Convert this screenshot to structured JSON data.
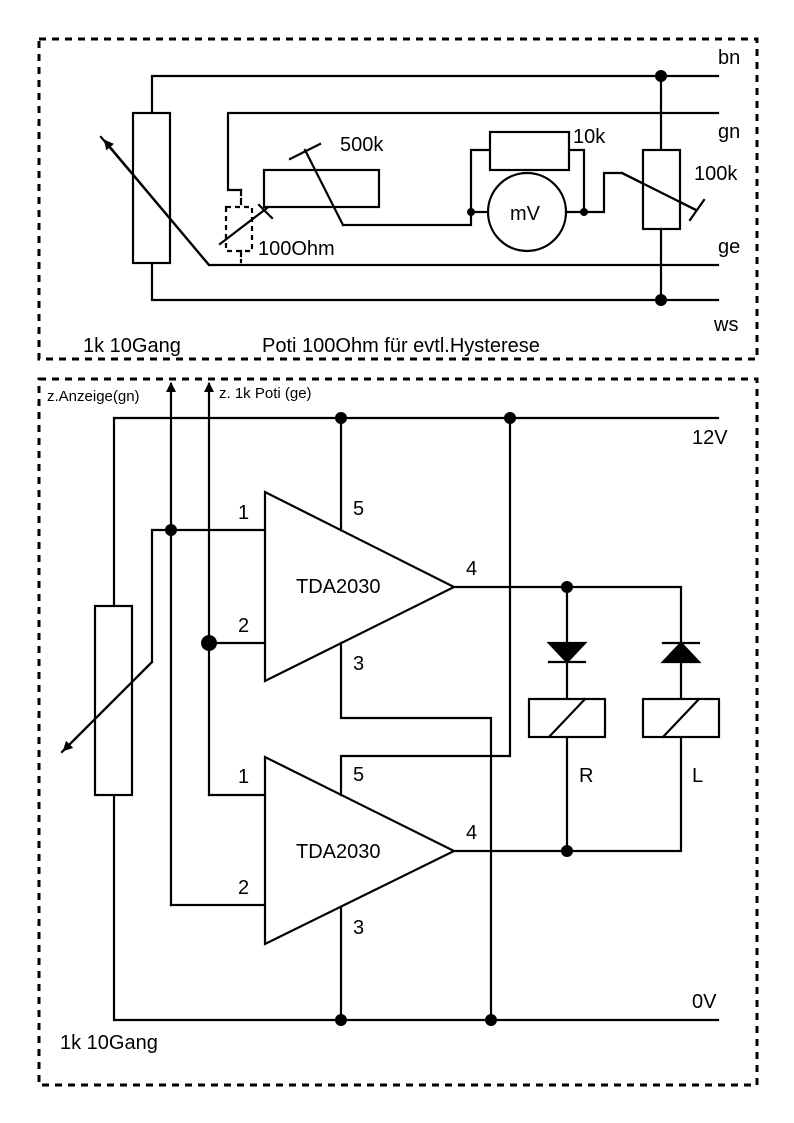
{
  "top_panel": {
    "wire_labels": {
      "bn": "bn",
      "gn": "gn",
      "ge": "ge",
      "ws": "ws"
    },
    "resistor_500k": "500k",
    "resistor_10k": "10k",
    "resistor_100k": "100k",
    "meter": "mV",
    "hysteresis_pot": "100Ohm",
    "main_pot": "1k 10Gang",
    "caption": "Poti 100Ohm für evtl.Hysterese"
  },
  "bottom_panel": {
    "input_display": "z.Anzeige(gn)",
    "input_pot": "z. 1k Poti (ge)",
    "supply_12v": "12V",
    "supply_0v": "0V",
    "pot_label": "1k 10Gang",
    "amp1": {
      "name": "TDA2030",
      "pin1": "1",
      "pin2": "2",
      "pin3": "3",
      "pin4": "4",
      "pin5": "5"
    },
    "amp2": {
      "name": "TDA2030",
      "pin1": "1",
      "pin2": "2",
      "pin3": "3",
      "pin4": "4",
      "pin5": "5"
    },
    "relay_right": "R",
    "relay_left": "L"
  }
}
